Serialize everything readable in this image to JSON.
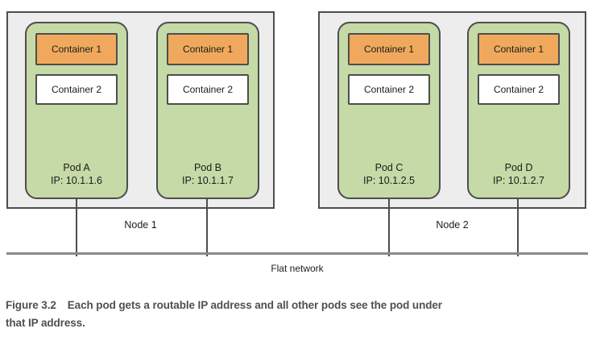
{
  "diagram": {
    "nodes": [
      {
        "label": "Node 1",
        "pods": [
          {
            "name": "Pod A",
            "ip": "IP: 10.1.1.6",
            "containers": [
              "Container 1",
              "Container 2"
            ]
          },
          {
            "name": "Pod B",
            "ip": "IP: 10.1.1.7",
            "containers": [
              "Container 1",
              "Container 2"
            ]
          }
        ]
      },
      {
        "label": "Node 2",
        "pods": [
          {
            "name": "Pod C",
            "ip": "IP: 10.1.2.5",
            "containers": [
              "Container 1",
              "Container 2"
            ]
          },
          {
            "name": "Pod D",
            "ip": "IP: 10.1.2.7",
            "containers": [
              "Container 1",
              "Container 2"
            ]
          }
        ]
      }
    ],
    "network_label": "Flat network",
    "colors": {
      "pod_fill": "#c5daa6",
      "container1_fill": "#f0a95c",
      "container2_fill": "#ffffff",
      "node_fill": "#ededed",
      "border": "#4d4d4d",
      "network_line": "#8a8a8a"
    }
  },
  "caption": {
    "label": "Figure 3.2",
    "line1": "Each pod gets a routable IP address and all other pods see the pod under",
    "line2": "that IP address."
  }
}
